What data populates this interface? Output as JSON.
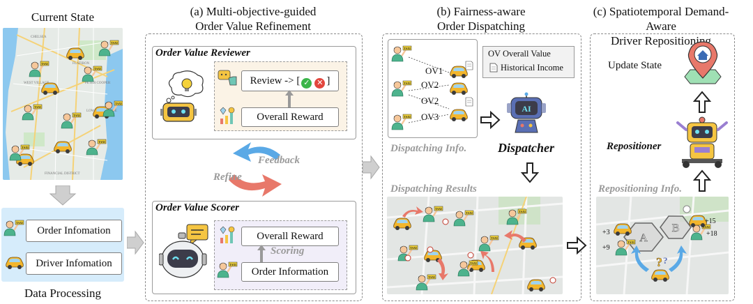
{
  "current_state": {
    "title": "Current State"
  },
  "data_processing": {
    "title": "Data Processing",
    "order_label": "Order Infomation",
    "driver_label": "Driver Infomation"
  },
  "refinement": {
    "title_line1": "(a) Multi-objective-guided",
    "title_line2": "Order Value Refinement",
    "reviewer": {
      "title": "Order Value Reviewer",
      "review_label": "Review -> [",
      "review_close": "]",
      "reward_label": "Overall Reward"
    },
    "feedback_label": "Feedback",
    "refine_label": "Refine",
    "scorer": {
      "title": "Order Value Scorer",
      "reward_label": "Overall Reward",
      "scoring_label": "Scoring",
      "order_label": "Order Information"
    }
  },
  "dispatching": {
    "title_line1": "(b) Fairness-aware",
    "title_line2": "Order Dispatching",
    "ov_labels": [
      "OV1",
      "OV2",
      "OV2",
      "OV3"
    ],
    "legend_overall": "OV Overall Value",
    "legend_income": "Historical Income",
    "info_label": "Dispatching Info.",
    "dispatcher_label": "Dispatcher",
    "results_label": "Dispatching Results"
  },
  "repositioning": {
    "title_line1": "(c) Spatiotemporal Demand-Aware",
    "title_line2": "Driver Repositioning",
    "update_label": "Update State",
    "repositioner_label": "Repositioner",
    "info_label": "Repositioning Info.",
    "zone_a": "A",
    "zone_b": "B",
    "demand_labels": [
      "+3",
      "+9",
      "+15",
      "+18"
    ]
  },
  "icons": {
    "taxi_text": "TAXI",
    "ai_text": "AI"
  },
  "colors": {
    "map_land": "#e6ebe7",
    "map_water": "#8cc8ef",
    "arrow_blue": "#5aa9e6",
    "arrow_red": "#e8786a",
    "reviewer_bg": "#fbf3e6",
    "scorer_bg": "#f1eef9",
    "data_bg": "#d6ecfb"
  }
}
